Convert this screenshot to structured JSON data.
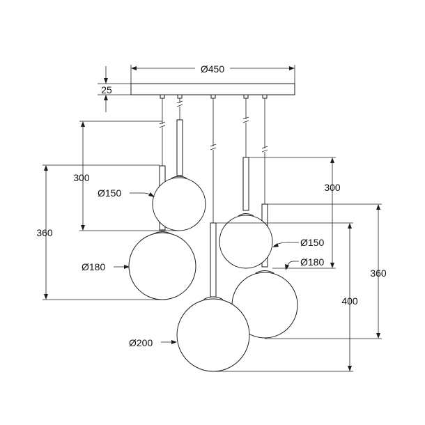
{
  "dimensions": {
    "canopy_diameter": "Ø450",
    "canopy_height": "25",
    "left_drop_upper": "300",
    "left_drop_lower": "360",
    "right_drop_upper": "300",
    "right_drop_lower": "360",
    "center_drop": "400",
    "globe_left_small": "Ø150",
    "globe_left_large": "Ø180",
    "globe_right_small": "Ø150",
    "globe_right_large": "Ø180",
    "globe_center": "Ø200"
  }
}
